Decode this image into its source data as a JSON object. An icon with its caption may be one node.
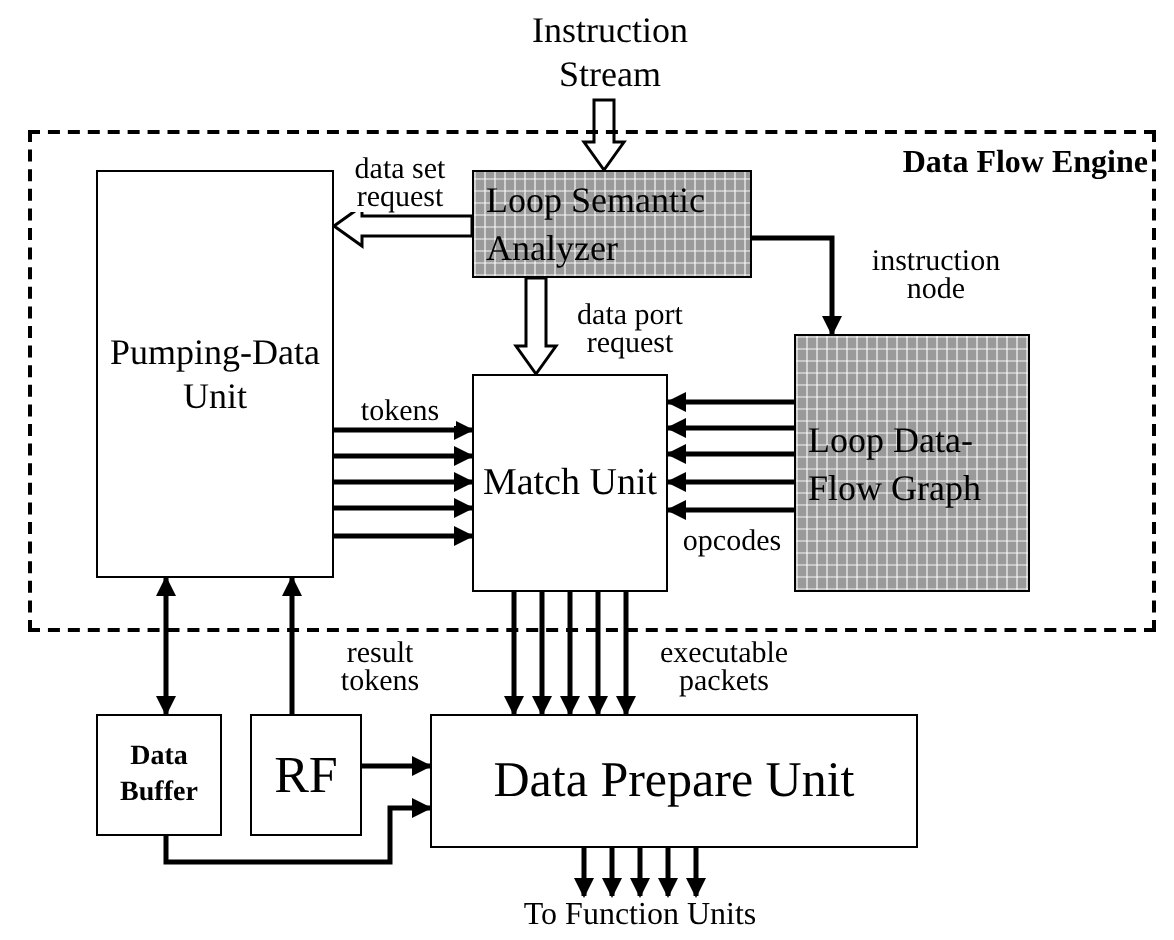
{
  "diagram": {
    "nodes": [
      {
        "text": [
          "Instruction Stream"
        ]
      },
      {
        "text": [
          "Data Flow Engine"
        ]
      },
      {
        "text": [
          "Loop Semantic Analyzer"
        ],
        "in": 1
      },
      {
        "text": [
          "Pumping-Data Unit"
        ],
        "in": 1
      },
      {
        "text": [
          "Match Unit"
        ],
        "in": 1
      },
      {
        "text": [
          "Loop Data-Flow Graph"
        ],
        "in": 1
      },
      {
        "text": [
          "Data Buffer"
        ]
      },
      {
        "text": [
          "RF"
        ]
      },
      {
        "text": [
          "Data Prepare Unit"
        ]
      },
      {
        "text": [
          "To Function Units"
        ]
      }
    ],
    "edges": [
      {
        "from": 0,
        "to": 2,
        "arrow": "to",
        "style": "thick"
      },
      {
        "from": 2,
        "to": 3,
        "arrow": "to",
        "style": "thick",
        "label": "data set request"
      },
      {
        "from": 2,
        "to": 4,
        "arrow": "to",
        "style": "thick",
        "label": "data port request"
      },
      {
        "from": 2,
        "to": 5,
        "arrow": "to",
        "label": "instruction node"
      },
      {
        "from": 3,
        "to": 4,
        "arrow": "to",
        "label": "tokens"
      },
      {
        "from": 3,
        "to": 4,
        "arrow": "to"
      },
      {
        "from": 3,
        "to": 4,
        "arrow": "to"
      },
      {
        "from": 3,
        "to": 4,
        "arrow": "to"
      },
      {
        "from": 3,
        "to": 4,
        "arrow": "to"
      },
      {
        "from": 5,
        "to": 4,
        "arrow": "to"
      },
      {
        "from": 5,
        "to": 4,
        "arrow": "to"
      },
      {
        "from": 5,
        "to": 4,
        "arrow": "to"
      },
      {
        "from": 5,
        "to": 4,
        "arrow": "to"
      },
      {
        "from": 5,
        "to": 4,
        "arrow": "to",
        "label": "opcodes"
      },
      {
        "from": 3,
        "to": 6,
        "arrow": "both"
      },
      {
        "from": 7,
        "to": 3,
        "arrow": "to",
        "label": "result tokens"
      },
      {
        "from": 4,
        "to": 8,
        "arrow": "to"
      },
      {
        "from": 4,
        "to": 8,
        "arrow": "to"
      },
      {
        "from": 4,
        "to": 8,
        "arrow": "to"
      },
      {
        "from": 4,
        "to": 8,
        "arrow": "to"
      },
      {
        "from": 4,
        "to": 8,
        "arrow": "to",
        "label": "executable packets"
      },
      {
        "from": 7,
        "to": 8,
        "arrow": "to"
      },
      {
        "from": 6,
        "to": 8,
        "arrow": "to"
      },
      {
        "from": 8,
        "to": 9,
        "arrow": "to"
      },
      {
        "from": 8,
        "to": 9,
        "arrow": "to"
      },
      {
        "from": 8,
        "to": 9,
        "arrow": "to"
      },
      {
        "from": 8,
        "to": 9,
        "arrow": "to"
      },
      {
        "from": 8,
        "to": 9,
        "arrow": "to"
      }
    ]
  }
}
